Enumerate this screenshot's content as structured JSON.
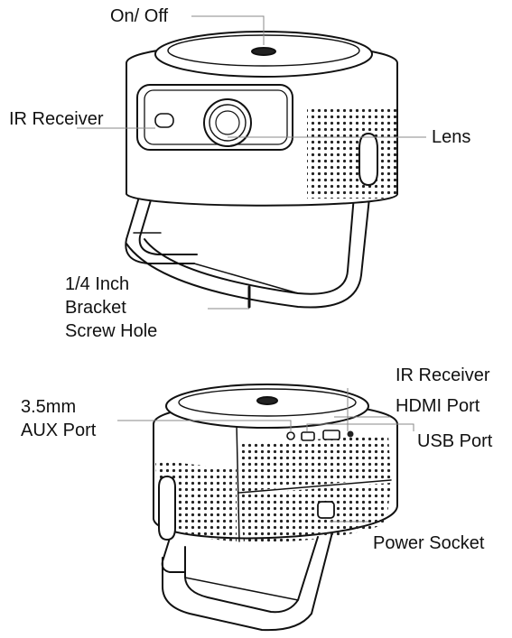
{
  "labels": {
    "on_off": "On/ Off",
    "ir_receiver_front": "IR Receiver",
    "lens": "Lens",
    "bracket_hole": [
      "1/4 Inch",
      "Bracket",
      "Screw Hole"
    ],
    "ir_receiver_back": "IR Receiver",
    "hdmi_port": "HDMI Port",
    "aux_port": [
      "3.5mm",
      "AUX Port"
    ],
    "usb_port": "USB Port",
    "power_socket": "Power Socket"
  },
  "colors": {
    "ink": "#111111",
    "leader": "#888888",
    "background": "#ffffff"
  }
}
